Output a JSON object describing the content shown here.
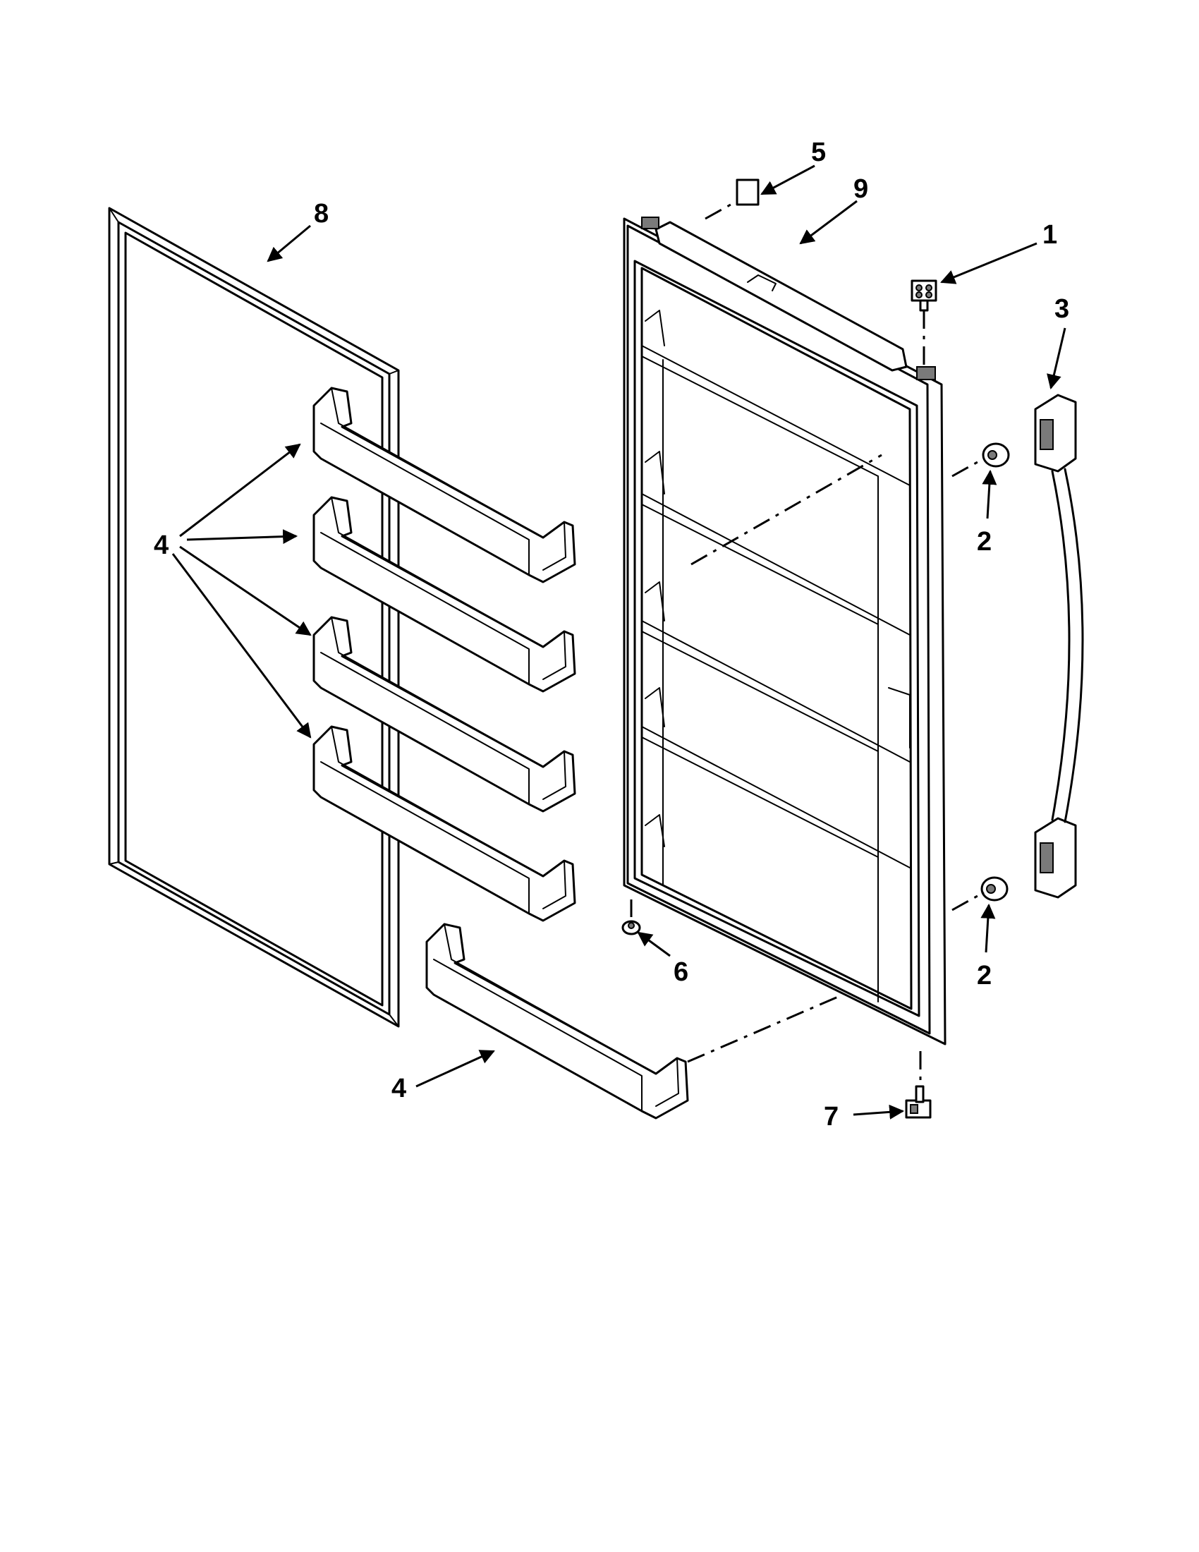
{
  "callouts": {
    "door_hinge_top": "1",
    "handle_screw_top": "2",
    "handle_screw_bottom": "2",
    "door_handle": "3",
    "door_shelf_group": "4",
    "door_shelf_bottom": "4",
    "hinge_cover_label": "5",
    "door_stop_bushing": "6",
    "door_hinge_bottom": "7",
    "door_gasket": "8",
    "door_assembly": "9"
  }
}
